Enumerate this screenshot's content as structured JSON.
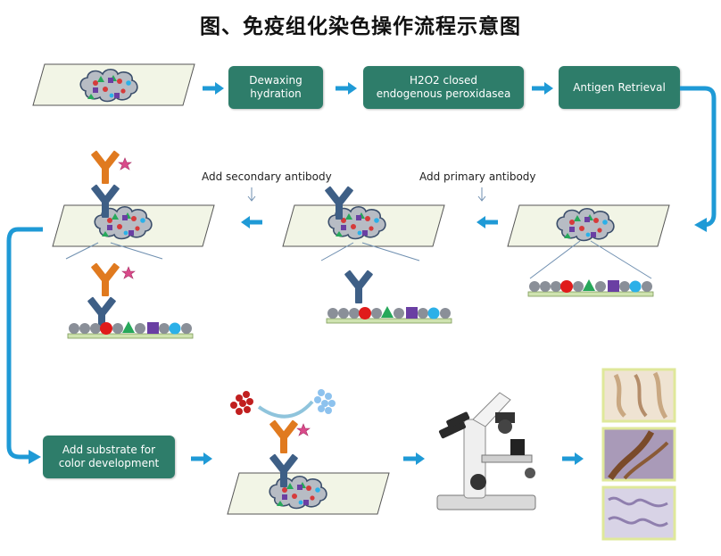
{
  "title": "图、免疫组化染色操作流程示意图",
  "steps": {
    "dewaxing": [
      "Dewaxing",
      "hydration"
    ],
    "h2o2": [
      "H2O2 closed",
      "endogenous peroxidasea"
    ],
    "antigen": "Antigen Retrieval",
    "substrate": [
      "Add substrate for",
      "color development"
    ]
  },
  "labels": {
    "secondary": "Add secondary antibody",
    "primary": "Add primary antibody"
  },
  "colors": {
    "box": "#2e7d6a",
    "arrow": "#1f9ad6",
    "slide": "#f2f5e6",
    "antibody_primary": "#3e5f86",
    "antibody_secondary": "#e07a1f",
    "base_strip": "#cfe3b0"
  },
  "icons": [
    "tissue-cloud-icon",
    "antibody-icon",
    "enzyme-star-icon",
    "microscope-icon",
    "chromogen-cluster-icon"
  ]
}
